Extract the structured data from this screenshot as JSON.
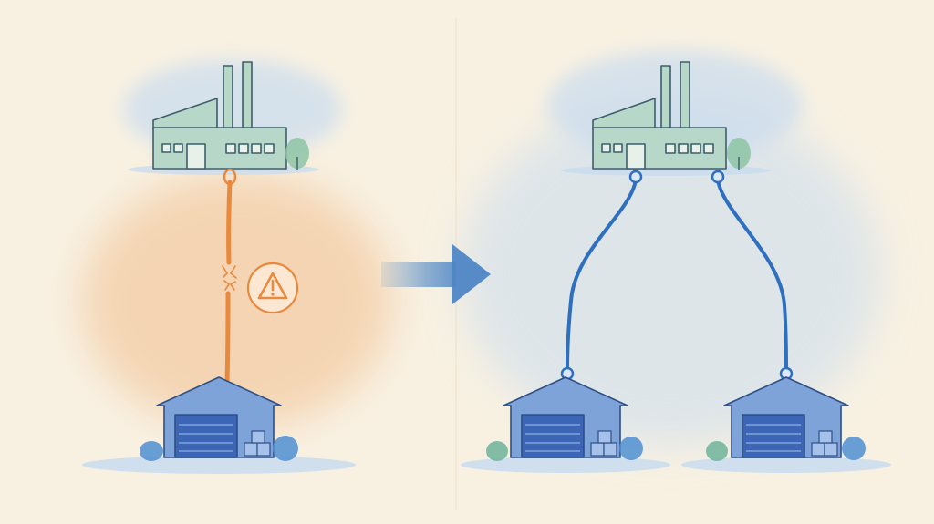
{
  "diagram": {
    "left_panel": {
      "source": "factory",
      "links": [
        {
          "to": "warehouse",
          "state": "broken",
          "color": "#e8893e",
          "badge": "warning-icon"
        }
      ],
      "destinations": [
        "warehouse"
      ]
    },
    "transition": {
      "icon": "arrow-right-icon",
      "color": "#5b8fc8"
    },
    "right_panel": {
      "source": "factory",
      "links": [
        {
          "to": "warehouse-a",
          "state": "connected",
          "color": "#2f6fc0"
        },
        {
          "to": "warehouse-b",
          "state": "connected",
          "color": "#2f6fc0"
        }
      ],
      "destinations": [
        "warehouse-a",
        "warehouse-b"
      ]
    },
    "colors": {
      "background": "#f8f1e2",
      "factory": "#b7d8c8",
      "factory_outline": "#3f5e6c",
      "warehouse": "#7ea3d9",
      "warehouse_door": "#3c66b5",
      "warning": "#e8893e",
      "cloud_blue": "#c9dcef",
      "cloud_orange": "#f3c898",
      "shrub": "#4f8fd1"
    }
  }
}
